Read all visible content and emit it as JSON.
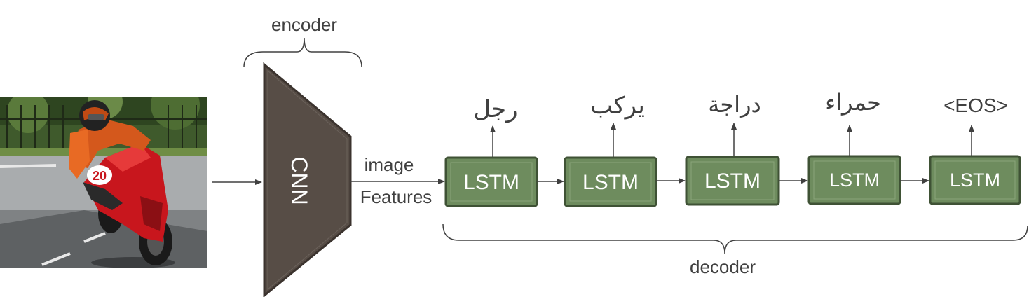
{
  "input_image": {
    "description_icon": "motorcycle-photo",
    "bike_number": "20"
  },
  "encoder": {
    "label": "encoder",
    "block_label": "CNN"
  },
  "features": {
    "line1": "image",
    "line2": "Features"
  },
  "decoder": {
    "label": "decoder",
    "cells": [
      {
        "label": "LSTM",
        "output": "رجل"
      },
      {
        "label": "LSTM",
        "output": "يركب"
      },
      {
        "label": "LSTM",
        "output": "دراجة"
      },
      {
        "label": "LSTM",
        "output": "حمراء"
      },
      {
        "label": "LSTM",
        "output": "<EOS>"
      }
    ]
  },
  "colors": {
    "cnn_fill": "#574d46",
    "cnn_stroke": "#3b332e",
    "lstm_fill": "#6e8c5e",
    "lstm_stroke": "#3f5235",
    "arrow": "#404040",
    "text": "#404040"
  }
}
